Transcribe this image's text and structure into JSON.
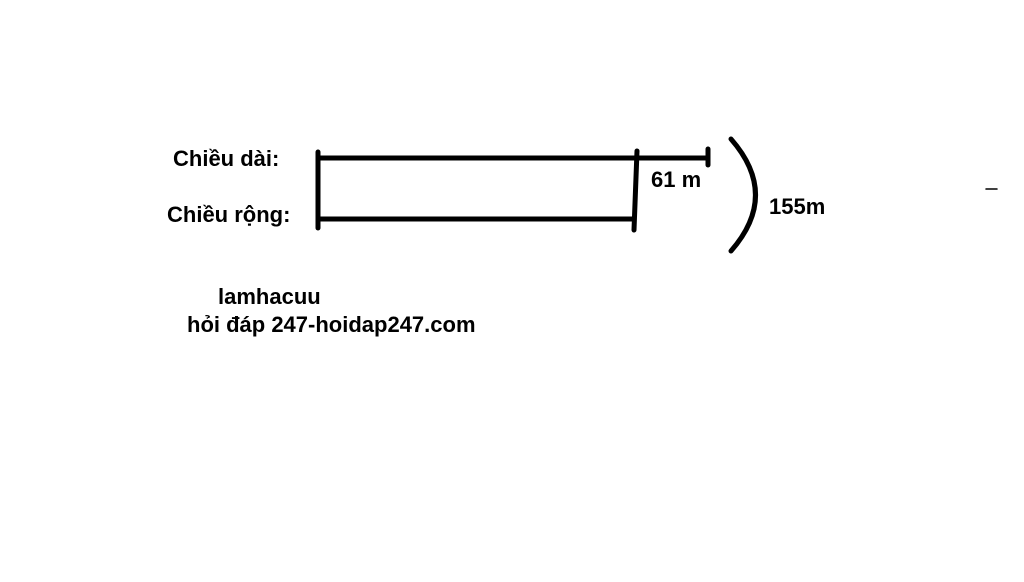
{
  "diagram": {
    "length_label": "Chiều dài:",
    "width_label": "Chiều rộng:",
    "difference_label": "61 m",
    "total_label": "155m",
    "difference_m": 61,
    "total_m": 155
  },
  "credit": {
    "author": "lamhacuu",
    "site": "hỏi đáp 247-hoidap247.com"
  },
  "colors": {
    "ink": "#000000",
    "background": "#ffffff"
  }
}
